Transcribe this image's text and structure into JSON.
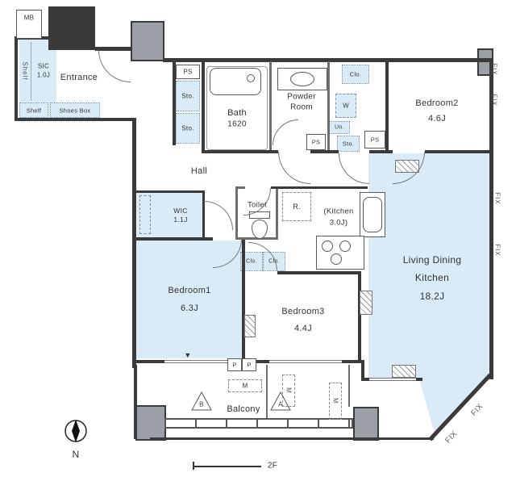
{
  "colors": {
    "room_fill": "#d9ebf7",
    "wall": "#3a3a3a",
    "pillar": "#9aa0a6"
  },
  "labels": {
    "mb": "MB",
    "shelf": "Shelf",
    "sic_name": "SIC",
    "sic_size": "1.0J",
    "entrance": "Entrance",
    "shoes_box": "Shoes Box",
    "ps": "PS",
    "sto": "Sto.",
    "bath_name": "Bath",
    "bath_size": "1620",
    "powder_line1": "Powder",
    "powder_line2": "Room",
    "clo": "Clo.",
    "w": "W",
    "un": "Un.",
    "bedroom2_name": "Bedroom2",
    "bedroom2_size": "4.6J",
    "hall": "Hall",
    "wic_name": "WIC",
    "wic_size": "1.1J",
    "toilet": "Toilet",
    "fridge": "R.",
    "kitchen_line1": "(Kitchen",
    "kitchen_line2": "3.0J)",
    "ldk_line1": "Living Dining",
    "ldk_line2": "Kitchen",
    "ldk_size": "18.2J",
    "bedroom1_name": "Bedroom1",
    "bedroom1_size": "6.3J",
    "bedroom3_name": "Bedroom3",
    "bedroom3_size": "4.4J",
    "p": "P",
    "balcony": "Balcony",
    "m": "M",
    "hatch_a": "A",
    "hatch_b": "B",
    "floor_mark": "2F",
    "north": "N",
    "fix": "FIX",
    "down_marker": "▼"
  }
}
